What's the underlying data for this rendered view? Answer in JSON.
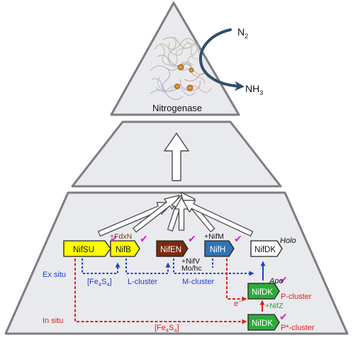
{
  "top": {
    "protein_label": "Nitrogenase",
    "n2_label": "N",
    "n2_sub": "2",
    "nh3_label": "NH",
    "nh3_sub": "3"
  },
  "genes": {
    "nifsu": "NifSU",
    "nifb": "NifB",
    "nifen": "NifEN",
    "nifh": "NifH",
    "nifdk_holo": "NifDK",
    "nifdk_apo": "NifDK",
    "nifdk_insitu": "NifDK"
  },
  "annotations": {
    "fdxn": "+FdxN",
    "nifm": "+NifM",
    "holo": "Holo",
    "apo": "Apo",
    "nifv": "+NifV",
    "mo_hc": "Mo/hc",
    "nifz": "+NifZ",
    "electron": "e",
    "electron_sup": "−",
    "p_cluster": "P-cluster",
    "pstar_cluster": "P*-cluster",
    "fe4s4_top_pre": "[Fe",
    "fe4s4_top_sub1": "4",
    "fe4s4_top_mid": "S",
    "fe4s4_top_sub2": "4",
    "fe4s4_top_post": "]",
    "l_cluster": "L-cluster",
    "m_cluster": "M-cluster",
    "fe4s4_bottom_pre": "[Fe",
    "fe4s4_bottom_sub1": "4",
    "fe4s4_bottom_mid": "S",
    "fe4s4_bottom_sub2": "4",
    "fe4s4_bottom_post": "]",
    "ex_situ": "Ex situ",
    "in_situ": "In situ",
    "checkmark": "✔"
  },
  "colors": {
    "pyramid_fill": "#e9eaed",
    "pyramid_stroke": "#7d7d82",
    "nifsu_fill": "#ffff00",
    "nifb_fill": "#ffff00",
    "nifen_fill": "#7b2a0e",
    "nifh_fill": "#2e74b5",
    "nifdk_holo_fill": "#ffffff",
    "nifdk_green_fill": "#2eaa3c",
    "blue": "#1f3fd1",
    "red": "#e0201f",
    "green": "#2a9a2e",
    "magenta": "#e020d0",
    "brown": "#7a3b10",
    "curved_arrow": "#2f4f6a"
  }
}
